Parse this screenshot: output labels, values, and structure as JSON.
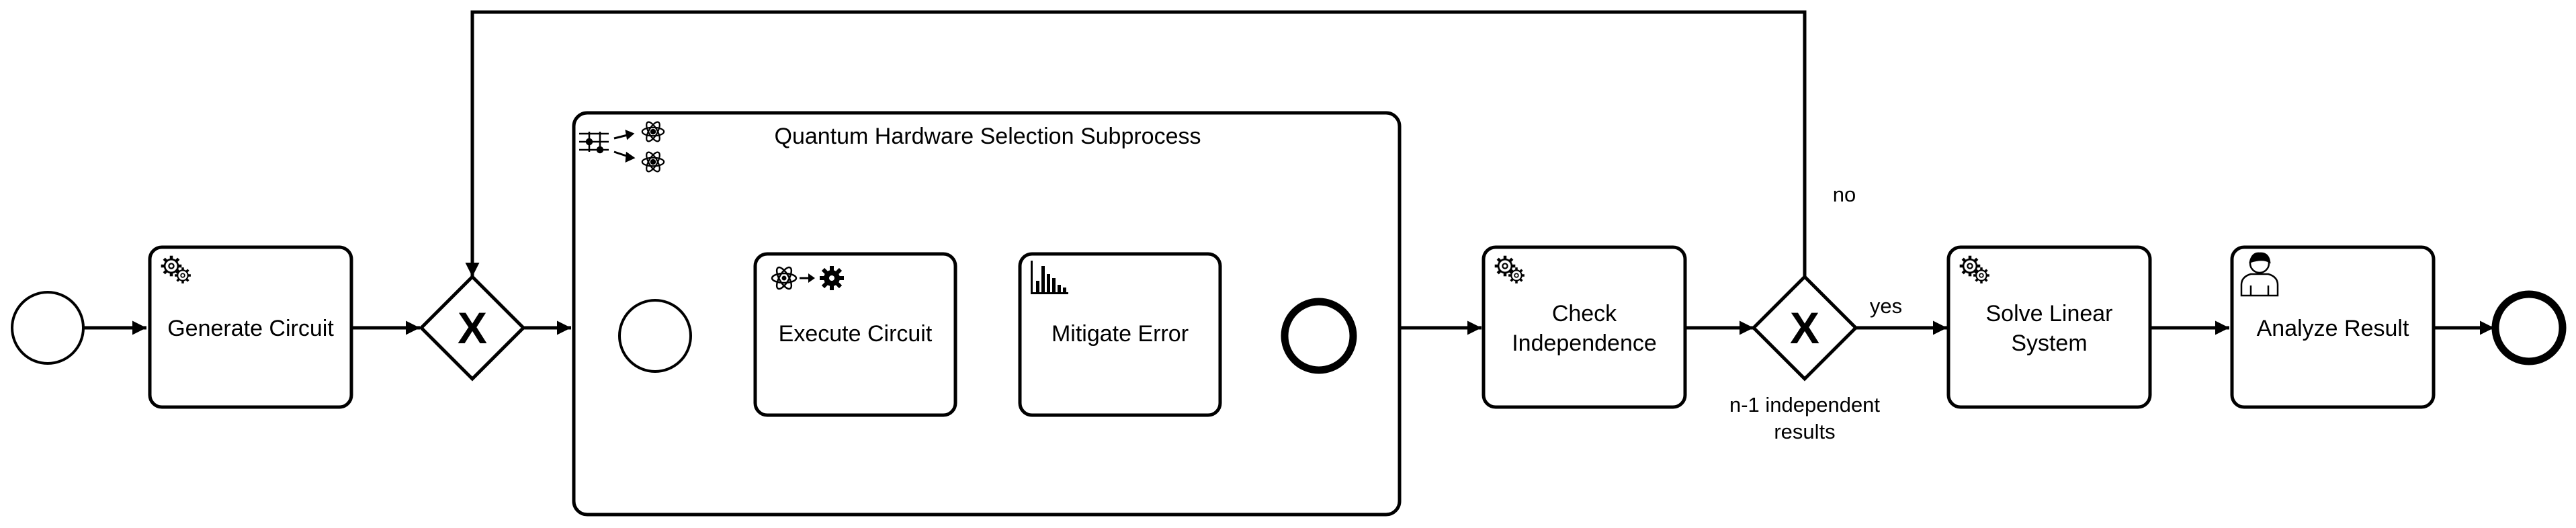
{
  "subprocess": {
    "title": "Quantum Hardware Selection Subprocess"
  },
  "tasks": {
    "generate_circuit": {
      "label": "Generate Circuit",
      "icon": "gear-icon"
    },
    "execute_circuit": {
      "label": "Execute Circuit",
      "icon": "atom-gear-icon"
    },
    "mitigate_error": {
      "label": "Mitigate Error",
      "icon": "bar-chart-icon"
    },
    "check_independence": {
      "label_line1": "Check",
      "label_line2": "Independence",
      "icon": "gear-icon"
    },
    "solve_linear_system": {
      "label_line1": "Solve Linear",
      "label_line2": "System",
      "icon": "gear-icon"
    },
    "analyze_result": {
      "label": "Analyze Result",
      "icon": "user-icon"
    }
  },
  "gateways": {
    "merge": {
      "marker": "X"
    },
    "decision": {
      "marker": "X",
      "condition_line1": "n-1 independent",
      "condition_line2": "results"
    }
  },
  "flows": {
    "no_label": "no",
    "yes_label": "yes"
  },
  "colors": {
    "stroke": "#000000",
    "fill": "#ffffff"
  }
}
